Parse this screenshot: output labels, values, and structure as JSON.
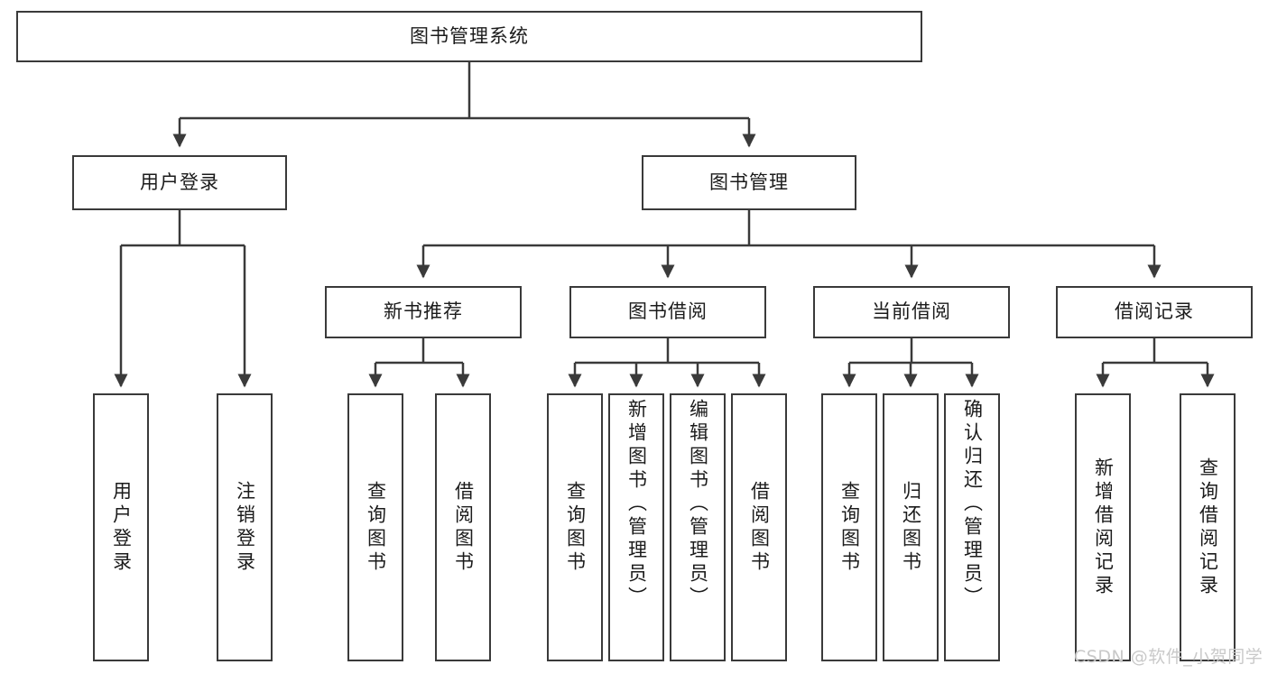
{
  "diagram": {
    "title": "图书管理系统",
    "type": "tree-hierarchy-chart",
    "watermark": "CSDN @软件_小贺同学",
    "colors": {
      "border": "#3a3a3a",
      "background": "#ffffff",
      "text": "#1b1b1b",
      "watermark": "#c9c9c9"
    },
    "root": {
      "label": "图书管理系统"
    },
    "level2": [
      {
        "label": "用户登录"
      },
      {
        "label": "图书管理"
      }
    ],
    "level3": [
      {
        "label": "新书推荐"
      },
      {
        "label": "图书借阅"
      },
      {
        "label": "当前借阅"
      },
      {
        "label": "借阅记录"
      }
    ],
    "leaves": {
      "user_login": [
        {
          "label": "用户登录"
        },
        {
          "label": "注销登录"
        }
      ],
      "new_book_recommend": [
        {
          "label": "查询图书"
        },
        {
          "label": "借阅图书"
        }
      ],
      "book_borrow": [
        {
          "label": "查询图书"
        },
        {
          "label": "新增图书（管理员）"
        },
        {
          "label": "编辑图书（管理员）"
        },
        {
          "label": "借阅图书"
        }
      ],
      "current_borrow": [
        {
          "label": "查询图书"
        },
        {
          "label": "归还图书"
        },
        {
          "label": "确认归还（管理员）"
        }
      ],
      "borrow_record": [
        {
          "label": "新增借阅记录"
        },
        {
          "label": "查询借阅记录"
        }
      ]
    }
  }
}
